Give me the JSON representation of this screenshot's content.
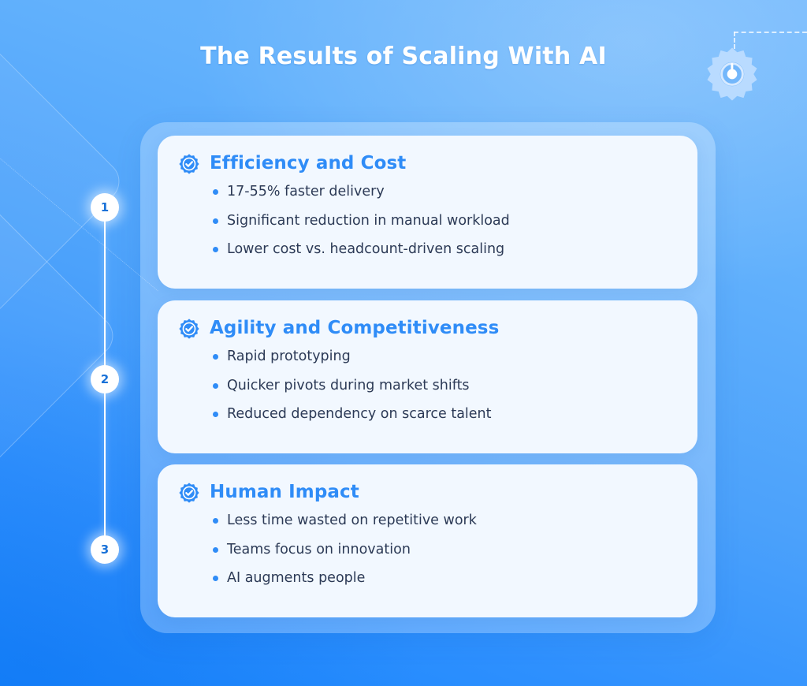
{
  "header": {
    "title": "The Results of Scaling With AI",
    "gear_icon": "gear-icon",
    "dashed_connector": "dashed-connector"
  },
  "theme": {
    "background_top": "#64b3fc",
    "background_bottom_left": "#1a86fd",
    "background_bottom_right": "#6bb4fc",
    "panel_fill": "rgba(255,255,255,0.26)",
    "card_fill": "#f2f8ff",
    "accent_blue": "#2f8cf7",
    "title_color": "#ffffff",
    "body_text": "#2c3a56",
    "step_number_color": "#1a72d8"
  },
  "steps": [
    {
      "number": "1"
    },
    {
      "number": "2"
    },
    {
      "number": "3"
    }
  ],
  "cards": [
    {
      "icon": "verified-check-badge-icon",
      "title": "Efficiency and Cost",
      "bullets": [
        "17-55% faster delivery",
        "Significant reduction in manual workload",
        "Lower cost vs. headcount-driven scaling"
      ]
    },
    {
      "icon": "verified-check-badge-icon",
      "title": "Agility and Competitiveness",
      "bullets": [
        "Rapid prototyping",
        "Quicker pivots during market shifts",
        "Reduced dependency on scarce talent"
      ]
    },
    {
      "icon": "verified-check-badge-icon",
      "title": "Human Impact",
      "bullets": [
        "Less time wasted on repetitive work",
        "Teams focus on innovation",
        "AI augments people"
      ]
    }
  ]
}
